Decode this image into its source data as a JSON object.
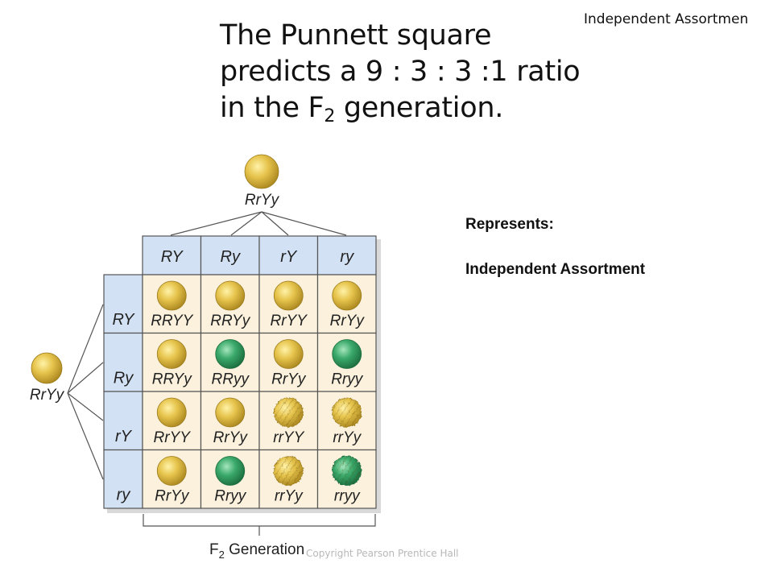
{
  "header": {
    "corner_title": "Independent Assortmen",
    "title_line1": "The Punnett square",
    "title_line2": "predicts a 9 : 3 : 3 :1 ratio",
    "title_line3_prefix": "in the F",
    "title_line3_sub": "2",
    "title_line3_suffix": " generation."
  },
  "side_note": {
    "label": "Represents:",
    "value": "Independent Assortment"
  },
  "diagram": {
    "top_parent": "RrYy",
    "left_parent": "RrYy",
    "col_headers": [
      "RY",
      "Ry",
      "rY",
      "ry"
    ],
    "row_headers": [
      "RY",
      "Ry",
      "rY",
      "ry"
    ],
    "cells": [
      [
        "RRYY",
        "RRYy",
        "RrYY",
        "RrYy"
      ],
      [
        "RRYy",
        "RRyy",
        "RrYy",
        "Rryy"
      ],
      [
        "RrYY",
        "RrYy",
        "rrYY",
        "rrYy"
      ],
      [
        "RrYy",
        "Rryy",
        "rrYy",
        "rryy"
      ]
    ],
    "pea_types": [
      [
        "yellow-round",
        "yellow-round",
        "yellow-round",
        "yellow-round"
      ],
      [
        "yellow-round",
        "green-round",
        "yellow-round",
        "green-round"
      ],
      [
        "yellow-round",
        "yellow-round",
        "yellow-wrinkled",
        "yellow-wrinkled"
      ],
      [
        "yellow-round",
        "green-round",
        "yellow-wrinkled",
        "green-wrinkled"
      ]
    ],
    "generation_prefix": "F",
    "generation_sub": "2",
    "generation_suffix": " Generation",
    "colors": {
      "header_fill": "#d3e1f4",
      "cell_fill": "#fbf1dc",
      "yellow": "#d8b53c",
      "green": "#2e9a5c"
    }
  },
  "footer": {
    "copyright": "Copyright Pearson Prentice Hall"
  }
}
